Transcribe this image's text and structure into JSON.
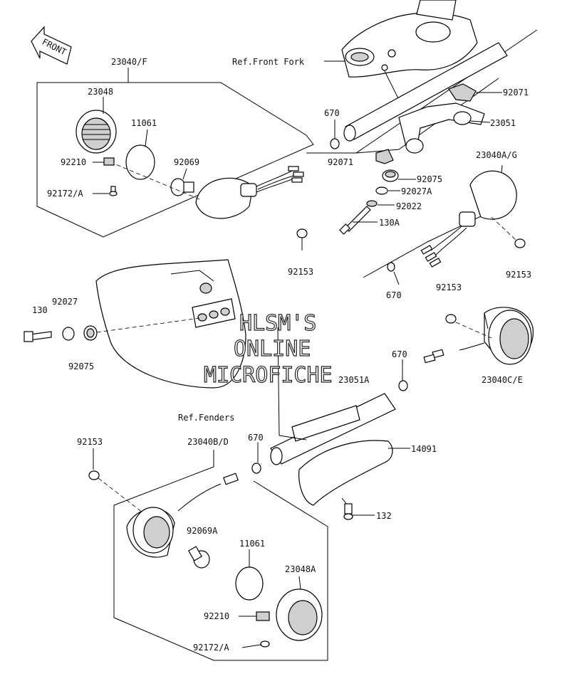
{
  "front_badge": "FRONT",
  "labels": {
    "l23040F": "23040/F",
    "l23048": "23048",
    "l11061a": "11061",
    "l92069": "92069",
    "l92210a": "92210",
    "l92172a": "92172/A",
    "l92153a": "92153",
    "refFork": "Ref.Front Fork",
    "l670a": "670",
    "l92071a": "92071",
    "l23051": "23051",
    "l92071b": "92071",
    "l92075a": "92075",
    "l92027A": "92027A",
    "l92022": "92022",
    "l130A": "130A",
    "l23040AG": "23040A/G",
    "l92153b": "92153",
    "l670b": "670",
    "l130": "130",
    "l92027": "92027",
    "l92075b": "92075",
    "refFenders": "Ref.Fenders",
    "l92153c": "92153",
    "l670c": "670",
    "l23040CE": "23040C/E",
    "l23051A": "23051A",
    "l14091": "14091",
    "l132": "132",
    "l92153d": "92153",
    "l23040BD": "23040B/D",
    "l670d": "670",
    "l92069A": "92069A",
    "l11061b": "11061",
    "l23048A": "23048A",
    "l92210b": "92210",
    "l92172b": "92172/A"
  },
  "watermark": {
    "line1": "HLSM'S",
    "line2": "ONLINE",
    "line3": "MICROFICHE"
  }
}
